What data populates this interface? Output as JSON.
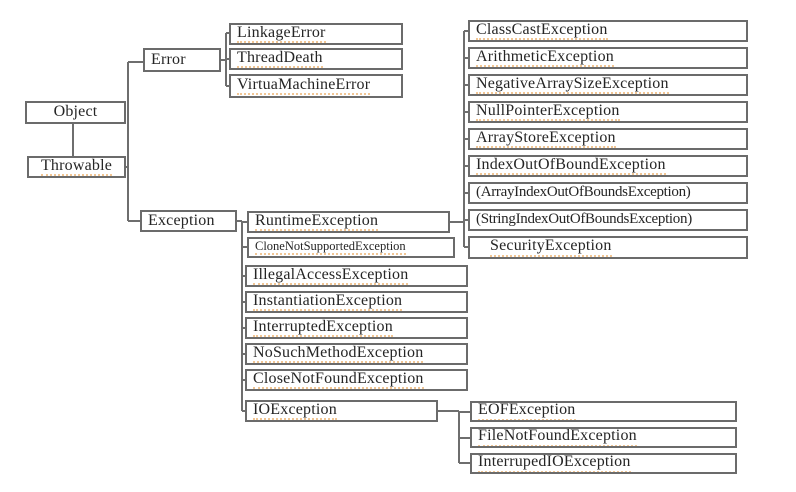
{
  "diagram_type": "class-hierarchy-tree",
  "colors": {
    "background": "#ffffff",
    "box_border": "#6b6b6b",
    "text": "#252525",
    "connector": "#6e6e6e",
    "spellcheck_underline": "#e9a85c"
  },
  "nodes": {
    "object": "Object",
    "throwable": "Throwable",
    "error": "Error",
    "exception": "Exception",
    "linkage_error": "LinkageError",
    "thread_death": "ThreadDeath",
    "virtua_machine_error": "VirtuaMachineError",
    "runtime_exception": "RuntimeException",
    "clone_not_supported": "CloneNotSupportedException",
    "illegal_access": "IllegalAccessException",
    "instantiation": "InstantiationException",
    "interrupted": "InterruptedException",
    "no_such_method": "NoSuchMethodException",
    "close_not_found": "CloseNotFoundException",
    "io_exception": "IOException",
    "class_cast": "ClassCastException",
    "arithmetic": "ArithmeticException",
    "negative_array_size": "NegativeArraySizeException",
    "null_pointer": "NullPointerException",
    "array_store": "ArrayStoreException",
    "index_out_of_bound": "IndexOutOfBoundException",
    "array_index_oob": "(ArrayIndexOutOfBoundsException)",
    "string_index_oob": "(StringIndexOutOfBoundsException)",
    "security": "SecurityException",
    "eof": "EOFException",
    "file_not_found": "FileNotFoundException",
    "interruped_io": "InterrupedIOException"
  },
  "hierarchy": [
    {
      "parent": "Object",
      "children": [
        "Throwable"
      ]
    },
    {
      "parent": "Throwable",
      "children": [
        "Error",
        "Exception"
      ]
    },
    {
      "parent": "Error",
      "children": [
        "LinkageError",
        "ThreadDeath",
        "VirtuaMachineError"
      ]
    },
    {
      "parent": "Exception",
      "children": [
        "RuntimeException",
        "CloneNotSupportedException",
        "IllegalAccessException",
        "InstantiationException",
        "InterruptedException",
        "NoSuchMethodException",
        "CloseNotFoundException",
        "IOException"
      ]
    },
    {
      "parent": "RuntimeException",
      "children": [
        "ClassCastException",
        "ArithmeticException",
        "NegativeArraySizeException",
        "NullPointerException",
        "ArrayStoreException",
        "IndexOutOfBoundException",
        "(ArrayIndexOutOfBoundsException)",
        "(StringIndexOutOfBoundsException)",
        "SecurityException"
      ]
    },
    {
      "parent": "IOException",
      "children": [
        "EOFException",
        "FileNotFoundException",
        "InterrupedIOException"
      ]
    }
  ]
}
